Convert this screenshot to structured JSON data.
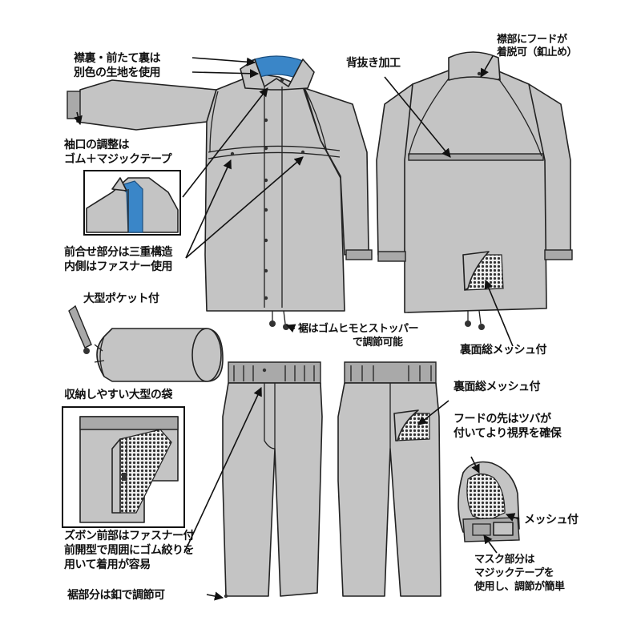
{
  "labels": {
    "collar_lining": [
      "襟裏・前たて裏は",
      "別色の生地を使用"
    ],
    "back_vent": [
      "背抜き加工"
    ],
    "hood_detach": [
      "襟部にフードが",
      "着脱可（釦止め）"
    ],
    "cuff_adjust": [
      "袖口の調整は",
      "ゴム＋マジックテープ"
    ],
    "front_closure": [
      "前合せ部分は三重構造",
      "内側はファスナー使用"
    ],
    "big_pocket": [
      "大型ポケット付"
    ],
    "hem_cord": [
      "裾はゴムヒモとストッパー",
      "で調節可能"
    ],
    "jacket_mesh": [
      "裏面総メッシュ付"
    ],
    "storage_bag": [
      "収納しやすい大型の袋"
    ],
    "pants_mesh": [
      "裏面総メッシュ付"
    ],
    "hood_visor": [
      "フードの先はツバが",
      "付いてより視界を確保"
    ],
    "hood_mesh": [
      "メッシュ付"
    ],
    "pants_front": [
      "ズボン前部はファスナー付",
      "前開型で周囲にゴム絞りを",
      "用いて着用が容易"
    ],
    "mask_velcro": [
      "マスク部分は",
      "マジックテープを",
      "使用し、調節が簡単"
    ],
    "pants_hem": [
      "裾部分は釦で調節可"
    ]
  },
  "colors": {
    "fabric": "#c4c4c4",
    "lining": "#3a86c8",
    "outline": "#222222"
  },
  "icons": [
    "arrow-icon"
  ]
}
